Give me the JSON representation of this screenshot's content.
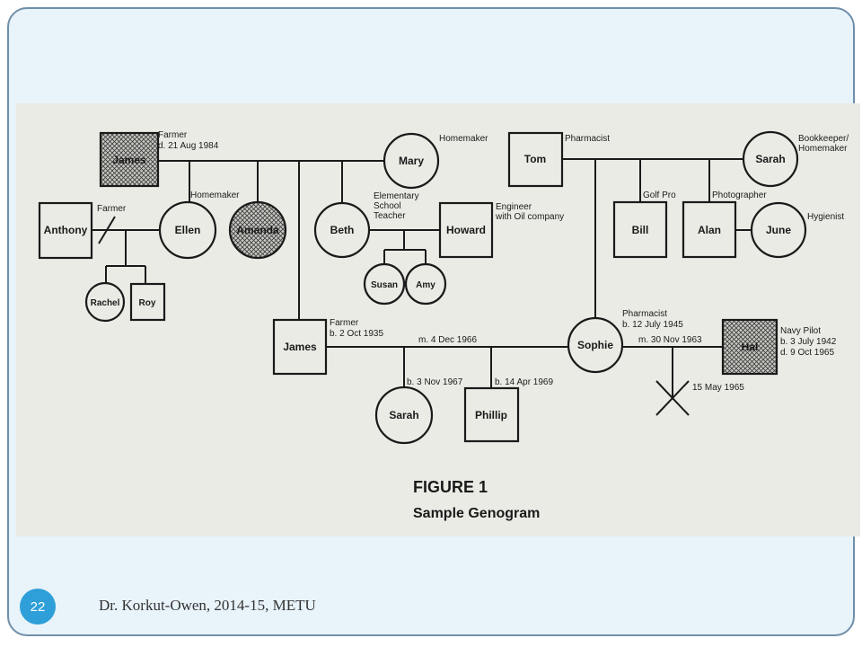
{
  "figure": {
    "title": "FIGURE 1",
    "subtitle": "Sample Genogram"
  },
  "people": {
    "james_sr": "James",
    "mary": "Mary",
    "anthony": "Anthony",
    "ellen": "Ellen",
    "amanda": "Amanda",
    "beth": "Beth",
    "howard": "Howard",
    "susan": "Susan",
    "amy": "Amy",
    "rachel": "Rachel",
    "roy": "Roy",
    "tom": "Tom",
    "sarah_sr": "Sarah",
    "bill": "Bill",
    "alan": "Alan",
    "june": "June",
    "james_jr": "James",
    "sophie": "Sophie",
    "hal": "Hal",
    "sarah_jr": "Sarah",
    "phillip": "Phillip"
  },
  "notes": {
    "james_sr_1": "Farmer",
    "james_sr_2": "d. 21 Aug 1984",
    "mary": "Homemaker",
    "ellen": "Homemaker",
    "anthony": "Farmer",
    "beth_1": "Elementary",
    "beth_2": "School",
    "beth_3": "Teacher",
    "howard_1": "Engineer",
    "howard_2": "with Oil company",
    "tom": "Pharmacist",
    "sarah_sr_1": "Bookkeeper/",
    "sarah_sr_2": "Homemaker",
    "bill": "Golf Pro",
    "alan": "Photographer",
    "june": "Hygienist",
    "james_jr_1": "Farmer",
    "james_jr_2": "b. 2 Oct 1935",
    "marriage_1": "m. 4 Dec 1966",
    "sophie_1": "Pharmacist",
    "sophie_2": "b. 12 July 1945",
    "marriage_2": "m. 30 Nov 1963",
    "hal_1": "Navy Pilot",
    "hal_2": "b. 3 July 1942",
    "hal_3": "d. 9 Oct 1965",
    "sarah_jr": "b. 3 Nov 1967",
    "phillip": "b. 14 Apr 1969",
    "miscarriage": "15 May 1965"
  },
  "footer": {
    "page_number": "22",
    "credit": "Dr. Korkut-Owen, 2014-15, METU"
  },
  "colors": {
    "slide_background": "#e8f3fa",
    "frame_border": "#6f8fa8",
    "badge": "#2e9fd8",
    "figure_background": "#ebebe6"
  }
}
